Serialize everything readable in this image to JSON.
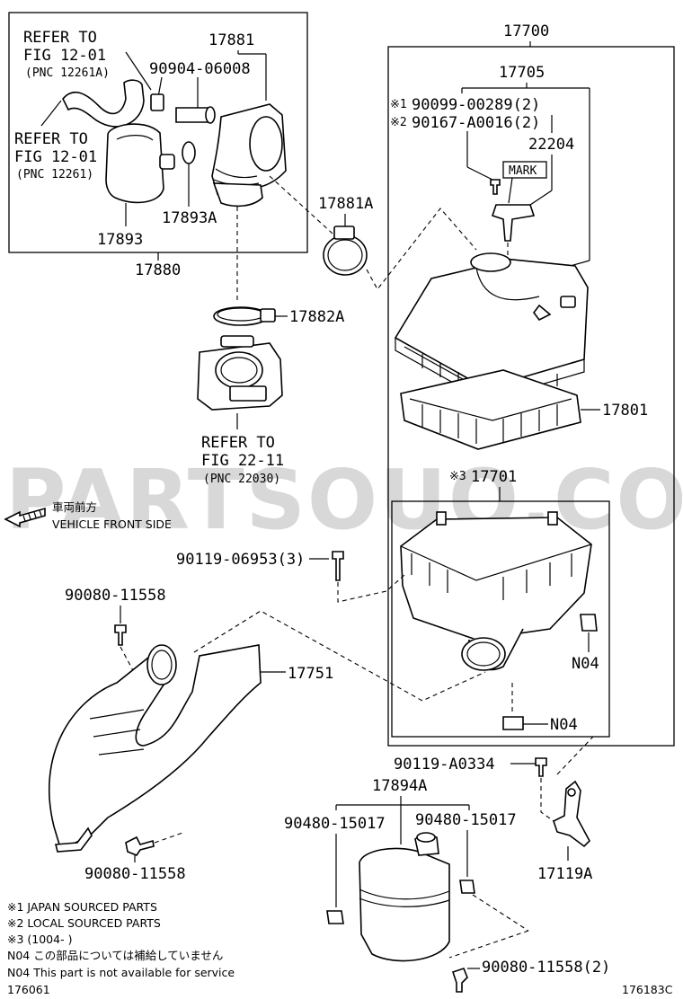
{
  "labels": {
    "refer_top_1": "REFER TO",
    "refer_top_2": "FIG 12-01",
    "refer_top_3": "(PNC 12261A)",
    "refer_mid_1": "REFER TO",
    "refer_mid_2": "FIG 12-01",
    "refer_mid_3": "(PNC 12261)",
    "p17881": "17881",
    "p90904": "90904-06008",
    "p17893A": "17893A",
    "p17893": "17893",
    "p17880": "17880",
    "p17881A": "17881A",
    "p17882A": "17882A",
    "refer_tb_1": "REFER TO",
    "refer_tb_2": "FIG 22-11",
    "refer_tb_3": "(PNC 22030)",
    "p17700": "17700",
    "p17705": "17705",
    "mark1": "※1",
    "p90099": "90099-00289(2)",
    "mark2": "※2",
    "p90167": "90167-A0016(2)",
    "p22204": "22204",
    "mark_box": "MARK",
    "p17801": "17801",
    "mark3": "※3",
    "p17701": "17701",
    "p90119_06953": "90119-06953(3)",
    "n04_a": "N04",
    "n04_b": "N04",
    "p90080_top": "90080-11558",
    "p17751": "17751",
    "p90080_bot": "90080-11558",
    "p90119_a0334": "90119-A0334",
    "p17894A": "17894A",
    "p90480_l": "90480-15017",
    "p90480_r": "90480-15017",
    "p17119A": "17119A",
    "p90080_2": "90080-11558(2)",
    "front_jp": "車両前方",
    "front_en": "VEHICLE FRONT SIDE",
    "watermark": "PARTSOUQ.COM"
  },
  "notes": {
    "n1": "※1 JAPAN SOURCED PARTS",
    "n2": "※2 LOCAL SOURCED PARTS",
    "n3": "※3 (1004-        )",
    "n4": "N04  この部品については補給していません",
    "n5": "N04  This part is not available for service"
  },
  "footer": {
    "left_code": "176061",
    "right_code": "176183C"
  }
}
